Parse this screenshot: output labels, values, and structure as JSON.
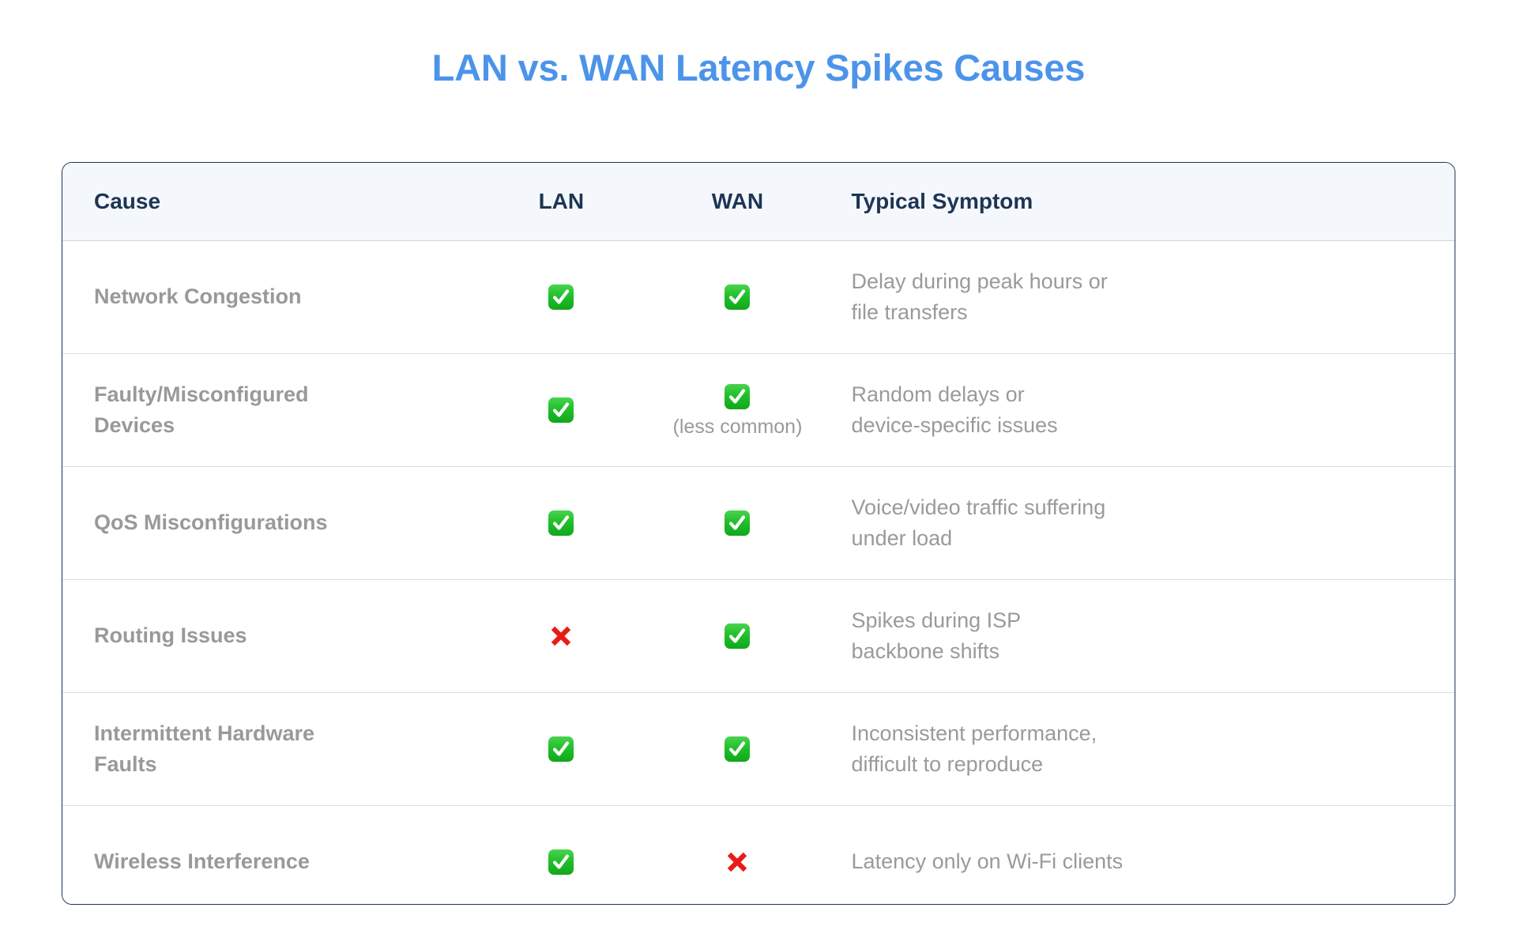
{
  "title": "LAN vs. WAN Latency Spikes Causes",
  "colors": {
    "title": "#4c94ea",
    "header_text": "#1d3553",
    "header_bg": "#f4f7fc",
    "border": "#1d3553",
    "row_divider": "#d7dfea",
    "cause_text": "#999999",
    "symptom_text": "#9a9a9a",
    "check_green": "#21bf2b",
    "cross_red": "#e81b16"
  },
  "table": {
    "columns": [
      {
        "key": "cause",
        "label": "Cause"
      },
      {
        "key": "lan",
        "label": "LAN"
      },
      {
        "key": "wan",
        "label": "WAN"
      },
      {
        "key": "symptom",
        "label": "Typical Symptom"
      }
    ],
    "rows": [
      {
        "cause": "Network Congestion",
        "cause_line1": "Network Congestion",
        "cause_line2": "",
        "lan": {
          "mark": "check",
          "icon": "white-heavy-check-mark-icon",
          "note": ""
        },
        "wan": {
          "mark": "check",
          "icon": "white-heavy-check-mark-icon",
          "note": ""
        },
        "symptom": "Delay during peak hours or file transfers",
        "symptom_line1": "Delay during peak hours or",
        "symptom_line2": "file transfers"
      },
      {
        "cause": "Faulty/Misconfigured Devices",
        "cause_line1": "Faulty/Misconfigured",
        "cause_line2": "Devices",
        "lan": {
          "mark": "check",
          "icon": "white-heavy-check-mark-icon",
          "note": ""
        },
        "wan": {
          "mark": "check",
          "icon": "white-heavy-check-mark-icon",
          "note": "(less common)"
        },
        "symptom": "Random delays or device-specific issues",
        "symptom_line1": "Random delays or",
        "symptom_line2": "device-specific issues"
      },
      {
        "cause": "QoS Misconfigurations",
        "cause_line1": "QoS Misconfigurations",
        "cause_line2": "",
        "lan": {
          "mark": "check",
          "icon": "white-heavy-check-mark-icon",
          "note": ""
        },
        "wan": {
          "mark": "check",
          "icon": "white-heavy-check-mark-icon",
          "note": ""
        },
        "symptom": "Voice/video traffic suffering under load",
        "symptom_line1": "Voice/video traffic suffering",
        "symptom_line2": "under load"
      },
      {
        "cause": "Routing Issues",
        "cause_line1": "Routing Issues",
        "cause_line2": "",
        "lan": {
          "mark": "cross",
          "icon": "cross-mark-icon",
          "note": ""
        },
        "wan": {
          "mark": "check",
          "icon": "white-heavy-check-mark-icon",
          "note": ""
        },
        "symptom": "Spikes during ISP backbone shifts",
        "symptom_line1": "Spikes during ISP",
        "symptom_line2": "backbone shifts"
      },
      {
        "cause": "Intermittent Hardware Faults",
        "cause_line1": "Intermittent Hardware",
        "cause_line2": "Faults",
        "lan": {
          "mark": "check",
          "icon": "white-heavy-check-mark-icon",
          "note": ""
        },
        "wan": {
          "mark": "check",
          "icon": "white-heavy-check-mark-icon",
          "note": ""
        },
        "symptom": "Inconsistent performance, difficult to reproduce",
        "symptom_line1": "Inconsistent performance,",
        "symptom_line2": "difficult to reproduce"
      },
      {
        "cause": "Wireless Interference",
        "cause_line1": "Wireless Interference",
        "cause_line2": "",
        "lan": {
          "mark": "check",
          "icon": "white-heavy-check-mark-icon",
          "note": ""
        },
        "wan": {
          "mark": "cross",
          "icon": "cross-mark-icon",
          "note": ""
        },
        "symptom": "Latency only on Wi-Fi clients",
        "symptom_line1": "Latency only on Wi-Fi clients",
        "symptom_line2": ""
      }
    ]
  }
}
